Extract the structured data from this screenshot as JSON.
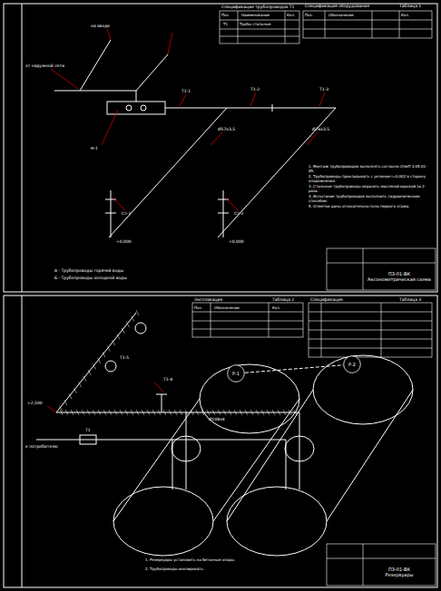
{
  "diagram": {
    "nodes": [
      {
        "text": [
          "ПЗ-01-ВК",
          "Аксонометрическая схема"
        ]
      },
      {
        "text": [
          "ПЗ-01-ВК",
          "Резервуары"
        ]
      },
      {
        "text": [
          "Р-1"
        ]
      },
      {
        "text": [
          "Р-2"
        ]
      }
    ],
    "edges": [
      {
        "from": 2,
        "to": 3,
        "arrow": "none"
      }
    ],
    "labels": [
      "Спецификация трубопроводов Т1",
      "Поз.",
      "Наименование",
      "Кол.",
      "Т1",
      "Трубы стальные",
      "Спецификация оборудования",
      "Таблица 1",
      "Поз.",
      "Обозначение",
      "Кол.",
      "от наружной сети",
      "на вводе",
      "Т1-1",
      "Т1-2",
      "Т1-3",
      "Ø57х3,5",
      "Ø76х3,5",
      "Н-1",
      "Ст-1",
      "Ст-2",
      "+0,000",
      "+0,000",
      "1. Монтаж трубопроводов выполнять согласно СНиП 3.05.01-85.",
      "2. Трубопроводы прокладывать с уклоном i=0,002 в сторону опорожнения.",
      "3. Стальные трубопроводы окрасить масляной краской за 2 раза.",
      "4. Испытание трубопроводов выполнить гидравлическим способом.",
      "5. Отметки даны относительно пола первого этажа.",
      "А - Трубопроводы горячей воды",
      "Б - Трубопроводы холодной воды",
      "Экспликация",
      "Таблица 2",
      "Поз.",
      "Обозначение",
      "Кол.",
      "Спецификация",
      "Таблица 3",
      "+2,500",
      "Т1-4",
      "Т1-5",
      "Ø108х4",
      "к потребителю",
      "Т1",
      "1. Резервуары установить на бетонные опоры.",
      "2. Трубопроводы изолировать."
    ]
  }
}
